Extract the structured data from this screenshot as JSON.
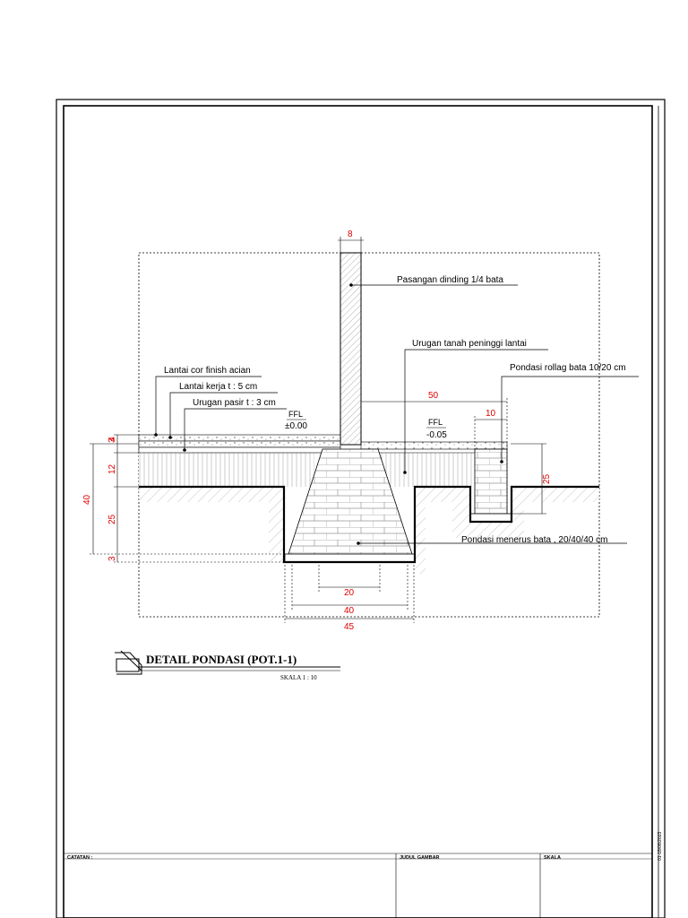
{
  "drawing": {
    "title": "DETAIL PONDASI (POT.1-1)",
    "scale": "SKALA  1 : 10",
    "labels": {
      "wall": "Pasangan dinding 1/4 bata",
      "fill_raise": "Urugan tanah peninggi lantai",
      "rollag": "Pondasi rollag bata 10/20 cm",
      "floor_finish": "Lantai cor finish acian",
      "work_floor": "Lantai kerja t : 5 cm",
      "sand_fill": "Urugan pasir t : 3 cm",
      "strip_foundation": "Pondasi menerus bata , 20/40/40 cm"
    },
    "levels": {
      "ffl_label_left": "FFL",
      "ffl_value_left": "±0.00",
      "ffl_label_right": "FFL",
      "ffl_value_right": "-0.05"
    },
    "dimensions": {
      "wall_width": "8",
      "span_50": "50",
      "span_10": "10",
      "height_25_right": "25",
      "d_3": "3",
      "d_4": "4",
      "d_12": "12",
      "d_25": "25",
      "d_3_bottom": "3",
      "total_40": "40",
      "top_width_20": "20",
      "base_width_40": "40",
      "base_width_45": "45"
    },
    "colors": {
      "line": "#000000",
      "dimension": "#e00000",
      "hatch": "#7a7a7a"
    }
  },
  "title_block": {
    "notes_label": "CATATAN :",
    "drawing_title_label": "JUDUL GAMBAR",
    "scale_label": "SKALA",
    "side_stamp": "01-18/08/2023"
  }
}
